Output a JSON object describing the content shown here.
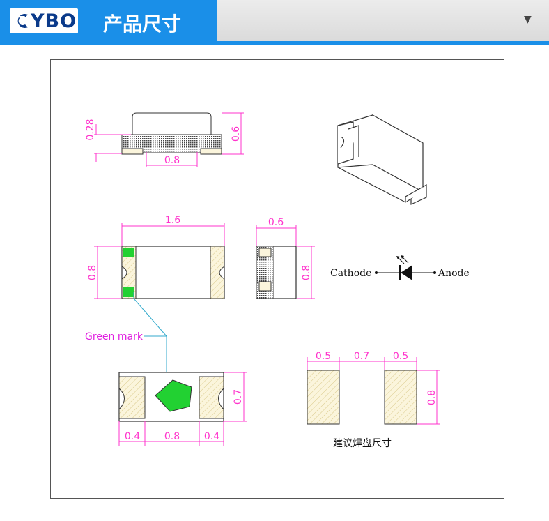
{
  "header": {
    "logo_text": "YBO",
    "logo_icon": "cybo-logo-icon",
    "title": "产品尺寸",
    "dropdown_icon": "▼"
  },
  "colors": {
    "brand_blue": "#1a8fe8",
    "dimension_magenta": "#ff33cc",
    "green_mark": "#22d132",
    "pad_hatch": "#e8dcaa"
  },
  "diagram": {
    "side_view": {
      "height_lens": "0.28",
      "height_total": "0.6",
      "pad_gap": "0.8"
    },
    "top_view": {
      "length": "1.6",
      "width": "0.8"
    },
    "end_view": {
      "depth": "0.6",
      "width": "0.8"
    },
    "symbol": {
      "cathode_label": "Cathode",
      "anode_label": "Anode"
    },
    "green_mark_label": "Green mark",
    "bottom_view": {
      "pad_left": "0.4",
      "pad_gap": "0.8",
      "pad_right": "0.4",
      "height": "0.7"
    },
    "solder_pads": {
      "pad_a": "0.5",
      "gap": "0.7",
      "pad_b": "0.5",
      "height": "0.8",
      "caption": "建议焊盘尺寸"
    }
  }
}
